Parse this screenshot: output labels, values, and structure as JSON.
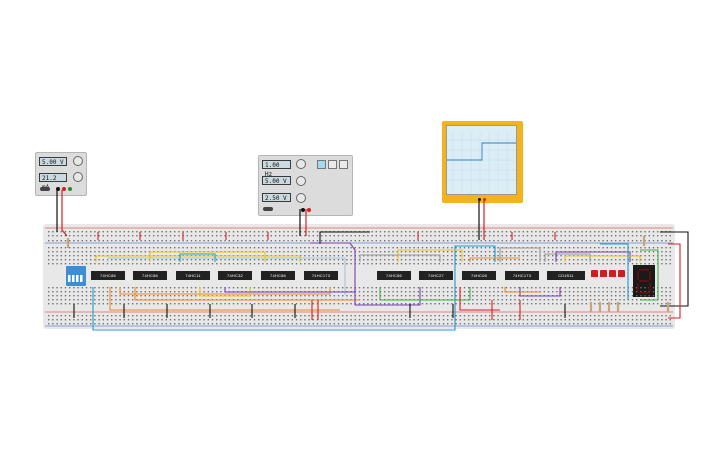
{
  "power_supply": {
    "voltage": "5.00 V",
    "current": "21.2 mA"
  },
  "function_generator": {
    "frequency": "1.00 Hz",
    "amplitude": "5.00 V",
    "offset": "2.50 V"
  },
  "chips": [
    {
      "label": "74HC86"
    },
    {
      "label": "74HC86"
    },
    {
      "label": "74HC11"
    },
    {
      "label": "74HC32"
    },
    {
      "label": "74HC86"
    },
    {
      "label": "74HC173"
    },
    {
      "label": "74HC86"
    },
    {
      "label": "74HC27"
    },
    {
      "label": "74HC08"
    },
    {
      "label": "74HC173"
    },
    {
      "label": "CD4511"
    }
  ],
  "colors": {
    "wire_red": "#d62020",
    "wire_black": "#111111",
    "wire_blue": "#1f9cc9",
    "wire_orange": "#f08a24",
    "wire_yellow": "#e8c31c",
    "wire_purple": "#7a3fb0",
    "wire_gray": "#9a9a9a",
    "wire_green": "#3fb049",
    "scope_frame": "#f4b21e",
    "dip_switch": "#3c8fd4"
  }
}
